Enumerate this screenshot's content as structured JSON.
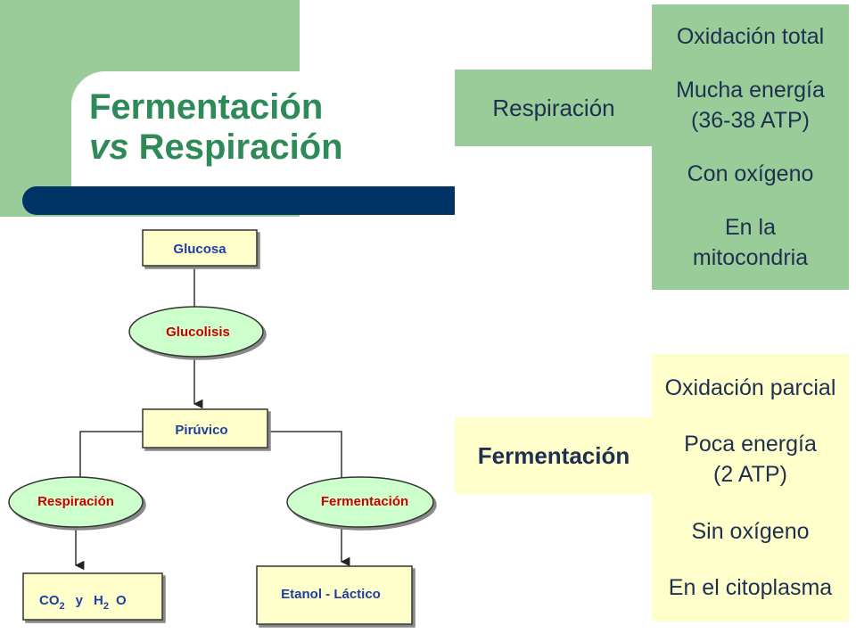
{
  "slide": {
    "title_line1": "Fermentación",
    "title_line2_italic": "vs",
    "title_line2_rest": " Respiración"
  },
  "respiration": {
    "label": "Respiración",
    "items": [
      "Oxidación total",
      "Mucha energía\n(36-38 ATP)",
      "Con oxígeno",
      "En la\nmitocondria"
    ]
  },
  "fermentation": {
    "label": "Fermentación",
    "items": [
      "Oxidación parcial",
      "Poca energía\n(2 ATP)",
      "Sin oxígeno",
      "En el citoplasma"
    ]
  },
  "flowchart": {
    "glucosa": "Glucosa",
    "glucolisis": "Glucolisis",
    "piruvico": "Pirúvico",
    "respiracion": "Respiración",
    "fermentacion": "Fermentación",
    "co2_a": "CO",
    "co2_sub": "2",
    "co2_y": "y",
    "h2o_a": "H",
    "h2o_sub": "2",
    "h2o_b": "O",
    "etanol": "Etanol - Láctico"
  },
  "colors": {
    "green": "#99cc99",
    "yellow": "#ffffcc",
    "navy": "#003366",
    "title_green": "#2e8b57",
    "node_blue": "#1f3fa0",
    "node_red": "#cc0000",
    "ellipse_green": "#ccffcc"
  }
}
